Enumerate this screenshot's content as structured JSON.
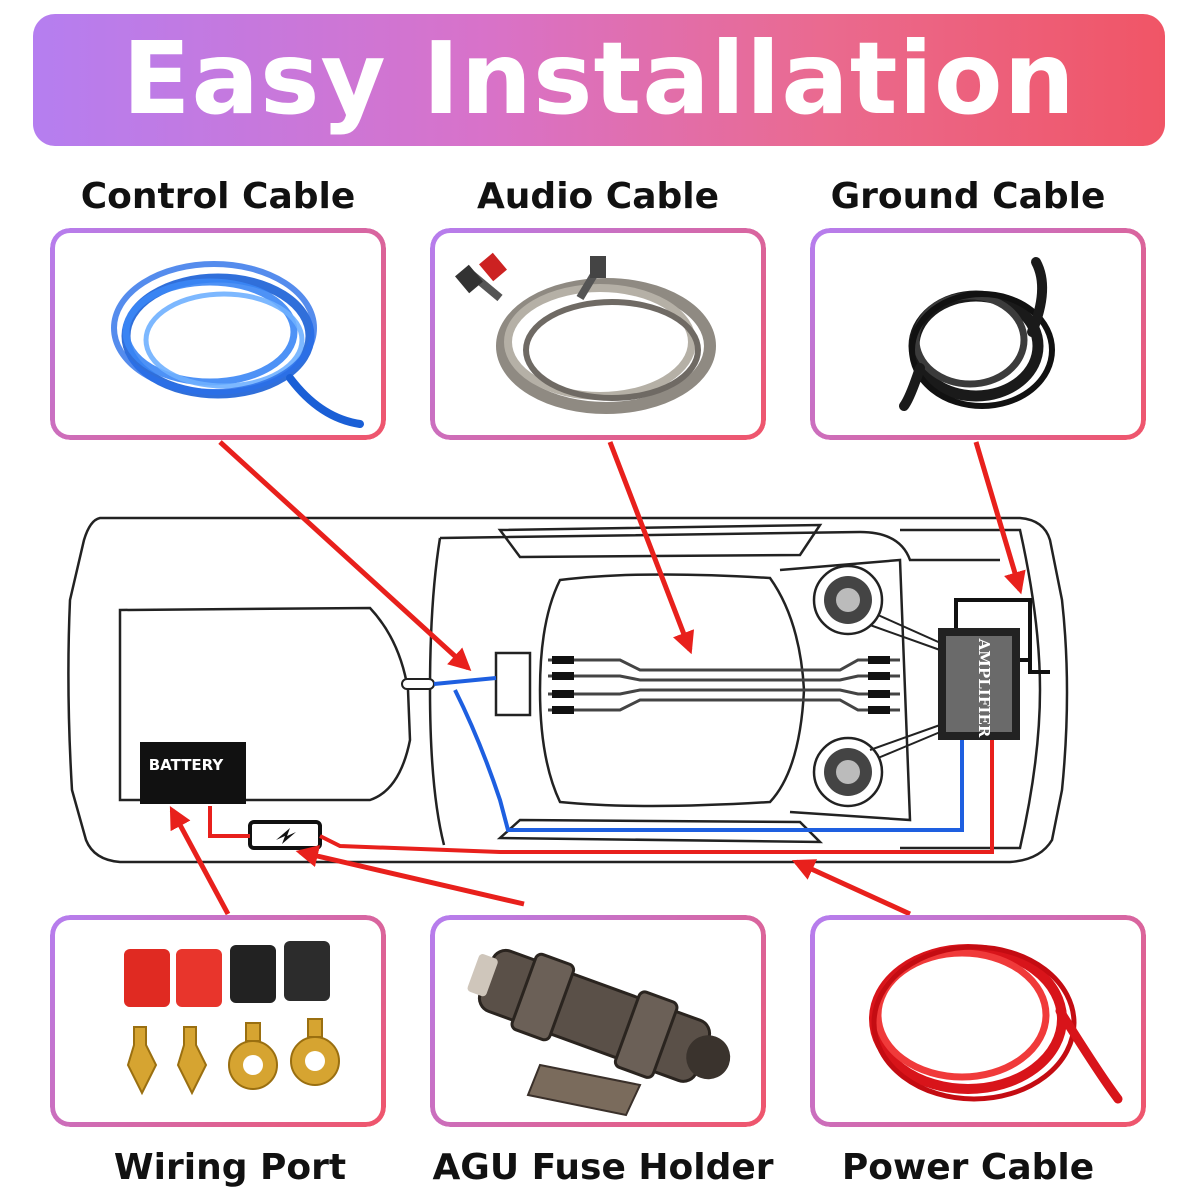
{
  "banner": {
    "title": "Easy Installation"
  },
  "top_labels": [
    "Control Cable",
    "Audio Cable",
    "Ground Cable"
  ],
  "bottom_labels": [
    "Wiring Port",
    "AGU Fuse Holder",
    "Power Cable"
  ],
  "car": {
    "battery_label": "BATTERY",
    "amplifier_label": "AMPLIFIER"
  },
  "colors": {
    "arrow": "#e8201c",
    "blue_wire": "#1e5fe0",
    "red_wire": "#e8201c"
  },
  "icons": [
    "blue-cable-coil-icon",
    "audio-cable-coil-icon",
    "black-cable-coil-icon",
    "heat-shrink-and-terminals-icon",
    "fuse-holder-icon",
    "red-cable-coil-icon"
  ]
}
